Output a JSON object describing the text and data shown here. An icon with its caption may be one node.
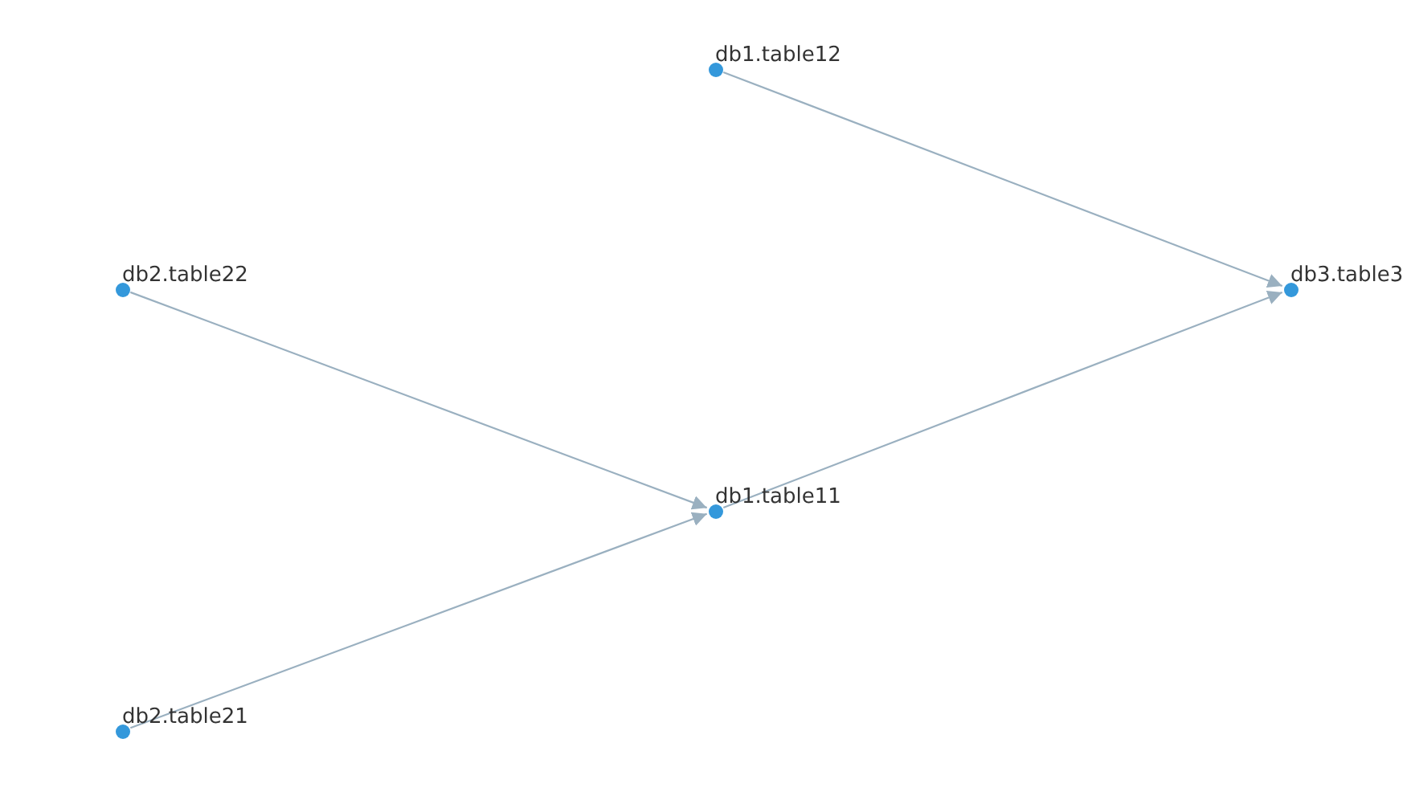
{
  "diagram": {
    "nodes": [
      {
        "text": [],
        "shape": "circle",
        "beside": [
          "db1.table12"
        ]
      },
      {
        "text": [],
        "shape": "circle",
        "beside": [
          "db2.table22"
        ]
      },
      {
        "text": [],
        "shape": "circle",
        "beside": [
          "db3.table3"
        ]
      },
      {
        "text": [],
        "shape": "circle",
        "beside": [
          "db1.table11"
        ]
      },
      {
        "text": [],
        "shape": "circle",
        "beside": [
          "db2.table21"
        ]
      }
    ],
    "edges": [
      {
        "from": 0,
        "to": 2,
        "arrow": "to"
      },
      {
        "from": 1,
        "to": 3,
        "arrow": "to"
      },
      {
        "from": 3,
        "to": 2,
        "arrow": "to"
      },
      {
        "from": 4,
        "to": 3,
        "arrow": "to"
      }
    ]
  }
}
